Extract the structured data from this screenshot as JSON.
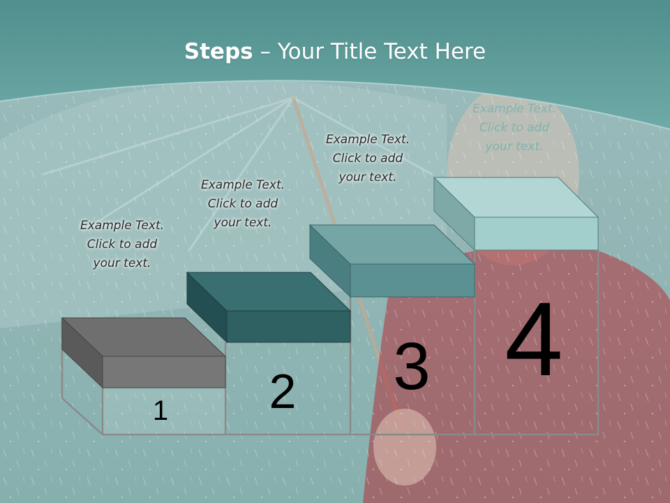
{
  "title": {
    "bold": "Steps",
    "rest": " – Your Title Text Here"
  },
  "steps": [
    {
      "label": "1",
      "text": "Example Text.\nClick  to add\nyour text."
    },
    {
      "label": "2",
      "text": "Example Text.\nClick  to add\nyour text."
    },
    {
      "label": "3",
      "text": "Example Text.\nClick  to add\nyour text."
    },
    {
      "label": "4",
      "text": "Example Text.\nClick  to add\nyour text."
    }
  ],
  "colors": {
    "header": "#5e9e9c",
    "step1": "#6b6b6b",
    "step2": "#2f6163",
    "step3": "#5c9193",
    "step4": "#a6d2cf",
    "jacket": "#b2323a"
  }
}
